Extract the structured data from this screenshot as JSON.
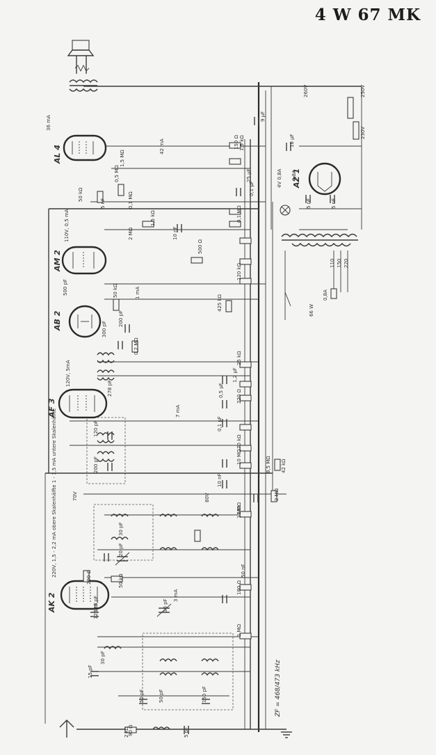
{
  "title": "4 W 67 MK",
  "tubes": [
    {
      "name": "AL 4",
      "note": ""
    },
    {
      "name": "AM 2",
      "note": "110V, 0,5 mA"
    },
    {
      "name": "AB 2",
      "note": ""
    },
    {
      "name": "AF 3",
      "note": "120V, 5mA"
    },
    {
      "name": "AK 2",
      "note": "220V, 1,5 - 2,2 mA obere Skalenhälfte  1 - 1,5 mA untere Skalenhälfte"
    },
    {
      "name": "AZ 1",
      "note": ""
    }
  ],
  "labels": {
    "if_freq": "ZF = 468/473 kHz",
    "v70": "70V",
    "v80": "80V",
    "ma42": "42 mA",
    "ma1": "1 mA",
    "ma36": "36 mA",
    "ma3": "3 mA",
    "ma7": "7 mA",
    "fuse": "0,8A",
    "fuse2": "0,8A",
    "power": "66 W",
    "v250": "250V",
    "v230": "230V",
    "v260": "260V",
    "v220": "220",
    "v150": "150",
    "v110": "110"
  },
  "components": [
    {
      "label": "1,5 kΩ"
    },
    {
      "label": "9 µF"
    },
    {
      "label": "18 µF"
    },
    {
      "label": "4V 0,8A"
    },
    {
      "label": "5 nF"
    },
    {
      "label": "5 nF"
    },
    {
      "label": "50 kΩ"
    },
    {
      "label": "5 nF"
    },
    {
      "label": "0,1 MΩ"
    },
    {
      "label": "0,5 MΩ"
    },
    {
      "label": "1,5 MΩ"
    },
    {
      "label": "150 Ω"
    },
    {
      "label": "0,1 µF"
    },
    {
      "label": "25 µF"
    },
    {
      "label": "500 Ω"
    },
    {
      "label": "0,1 MΩ"
    },
    {
      "label": "1,5 kΩ"
    },
    {
      "label": "2 MΩ"
    },
    {
      "label": "10 nF"
    },
    {
      "label": "500 pF"
    },
    {
      "label": "50 kΩ"
    },
    {
      "label": "300 pF"
    },
    {
      "label": "200 pF"
    },
    {
      "label": "0,2 MΩ"
    },
    {
      "label": "425 kΩ"
    },
    {
      "label": "120 kΩ"
    },
    {
      "label": "278 pF"
    },
    {
      "label": "0,5 µF"
    },
    {
      "label": "220 Ω"
    },
    {
      "label": "120 pF"
    },
    {
      "label": "0,1 µF"
    },
    {
      "label": "25 kΩ"
    },
    {
      "label": "1,2 µF"
    },
    {
      "label": "200 pF"
    },
    {
      "label": "70 kΩ"
    },
    {
      "label": "10 nF"
    },
    {
      "label": "10 MΩ"
    },
    {
      "label": "8,5 MΩ"
    },
    {
      "label": "42 kΩ"
    },
    {
      "label": "125 pF"
    },
    {
      "label": "20 pF"
    },
    {
      "label": "1 MΩ"
    },
    {
      "label": "2 MΩ"
    },
    {
      "label": "1 MΩ"
    },
    {
      "label": "50 pF"
    },
    {
      "label": "2 kΩ"
    },
    {
      "label": "50 kΩ"
    },
    {
      "label": "180 Ω"
    },
    {
      "label": "125 pF"
    },
    {
      "label": "30 pF"
    },
    {
      "label": "15 pF"
    },
    {
      "label": "50 pF"
    },
    {
      "label": "150 pF"
    },
    {
      "label": "5 pF"
    },
    {
      "label": "200 Ω"
    },
    {
      "label": "1 MΩ"
    },
    {
      "label": "50 nF"
    },
    {
      "label": "30 pF"
    },
    {
      "label": "30 pF"
    },
    {
      "label": "90 Ω"
    }
  ]
}
